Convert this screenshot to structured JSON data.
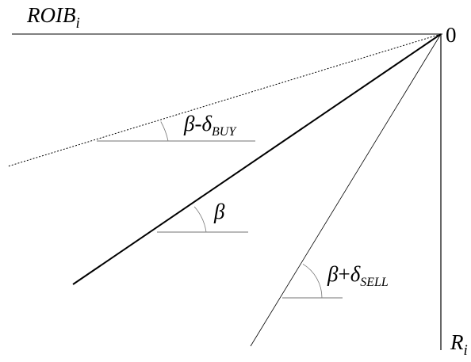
{
  "labels": {
    "roib": {
      "base": "ROIB",
      "sub": "i"
    },
    "origin": "0",
    "returns": {
      "base": "R",
      "sub": "i"
    },
    "beta_buy": {
      "beta": "β",
      "op": "-",
      "delta": "δ",
      "sub": "BUY"
    },
    "beta": "β",
    "beta_sell": {
      "beta": "β",
      "op": "+",
      "delta": "δ",
      "sub": "SELL"
    }
  }
}
